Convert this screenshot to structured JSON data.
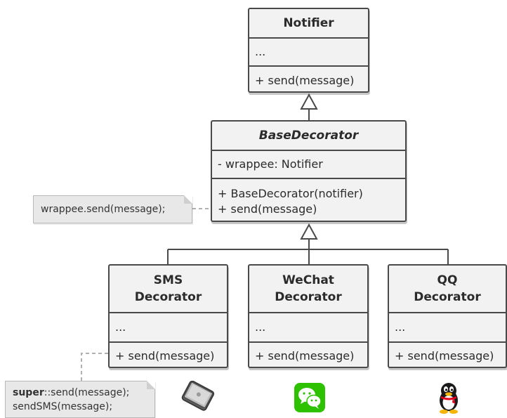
{
  "notifier": {
    "name": "Notifier",
    "fields": "...",
    "methods": [
      "+ send(message)"
    ]
  },
  "base_decorator": {
    "name": "BaseDecorator",
    "fields": "- wrappee: Notifier",
    "methods": [
      "+ BaseDecorator(notifier)",
      "+ send(message)"
    ]
  },
  "sms_decorator": {
    "name_line1": "SMS",
    "name_line2": "Decorator",
    "fields": "...",
    "method": "+ send(message)"
  },
  "wechat_decorator": {
    "name_line1": "WeChat",
    "name_line2": "Decorator",
    "fields": "...",
    "method": "+ send(message)"
  },
  "qq_decorator": {
    "name_line1": "QQ",
    "name_line2": "Decorator",
    "fields": "...",
    "method": "+ send(message)"
  },
  "base_note": {
    "text": "wrappee.send(message);"
  },
  "sms_note": {
    "line1_keyword": "super",
    "line1_rest": "::send(message);",
    "line2": "sendSMS(message);"
  },
  "icons": {
    "phone": "smartphone-icon",
    "wechat": "wechat-icon",
    "qq": "qq-penguin-icon"
  },
  "colors": {
    "box_fill": "#f2f2f2",
    "box_border": "#4a4a4a",
    "note_fill": "#e8e8e8",
    "wechat_green": "#2dc100"
  }
}
